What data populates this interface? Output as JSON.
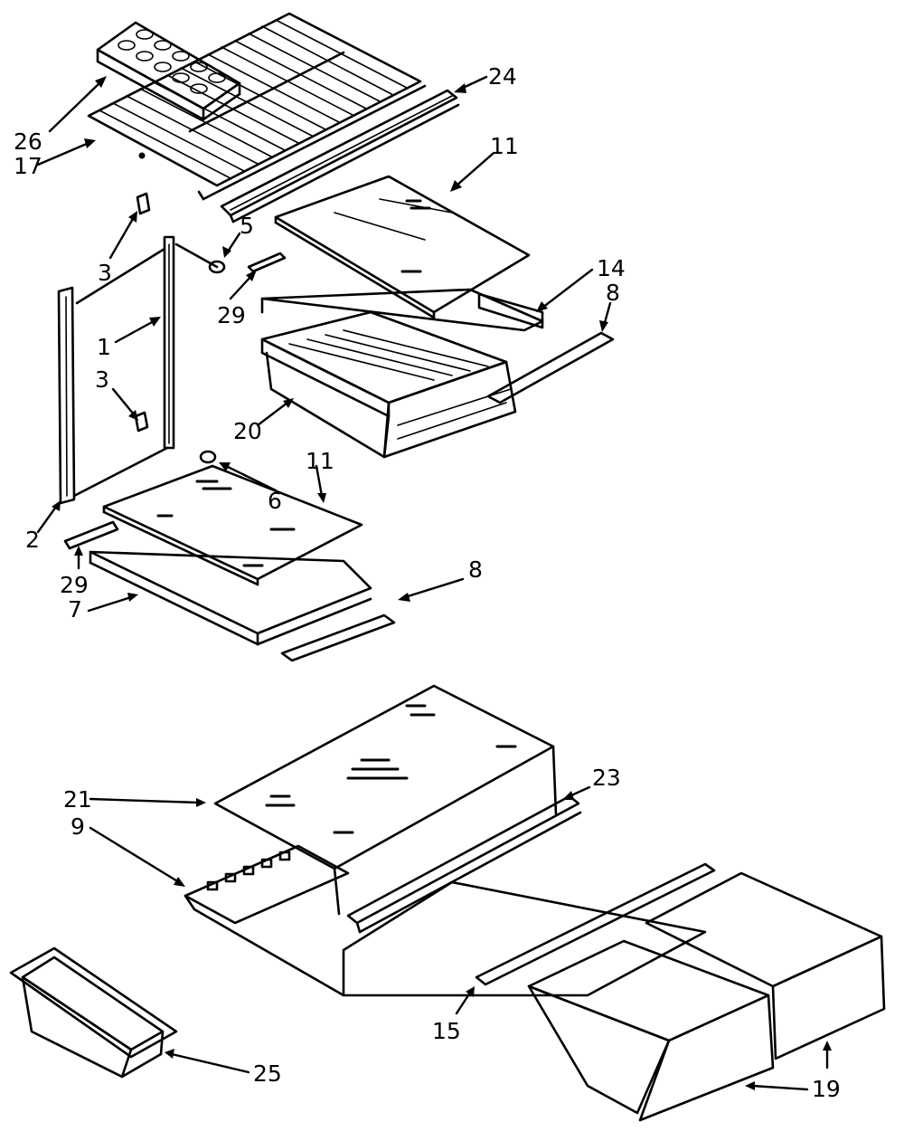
{
  "labels": {
    "p26": "26",
    "p17": "17",
    "p24": "24",
    "p11a": "11",
    "p5": "5",
    "p3a": "3",
    "p29a": "29",
    "p14": "14",
    "p8a": "8",
    "p1": "1",
    "p3b": "3",
    "p20": "20",
    "p11b": "11",
    "p6": "6",
    "p2": "2",
    "p29b": "29",
    "p8b": "8",
    "p7": "7",
    "p21": "21",
    "p23": "23",
    "p9": "9",
    "p15": "15",
    "p25": "25",
    "p19": "19"
  }
}
